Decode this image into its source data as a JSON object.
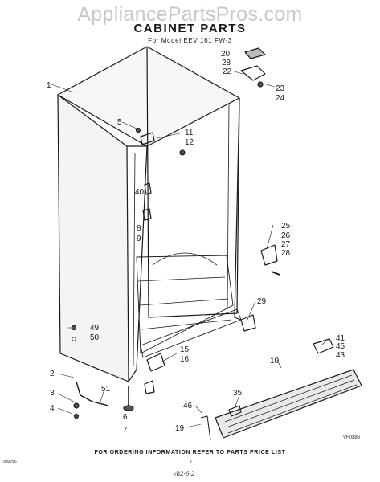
{
  "watermark": "AppliancePartsPros.com",
  "title": "CABINET PARTS",
  "model": "For Model EEV 161 FW-3",
  "footer": "FOR ORDERING INFORMATION REFER TO PARTS PRICE LIST",
  "left_code": "980786",
  "page_number": "2",
  "handwritten_date": "-/82-6-2",
  "figure_code": "VF0386",
  "callouts": [
    "1",
    "2",
    "3",
    "4",
    "5",
    "6",
    "7",
    "8",
    "9",
    "10",
    "11",
    "12",
    "15",
    "16",
    "19",
    "20",
    "22",
    "23",
    "24",
    "25",
    "26",
    "27",
    "28",
    "29",
    "35",
    "40",
    "41",
    "43",
    "45",
    "46",
    "49",
    "50",
    "51"
  ]
}
